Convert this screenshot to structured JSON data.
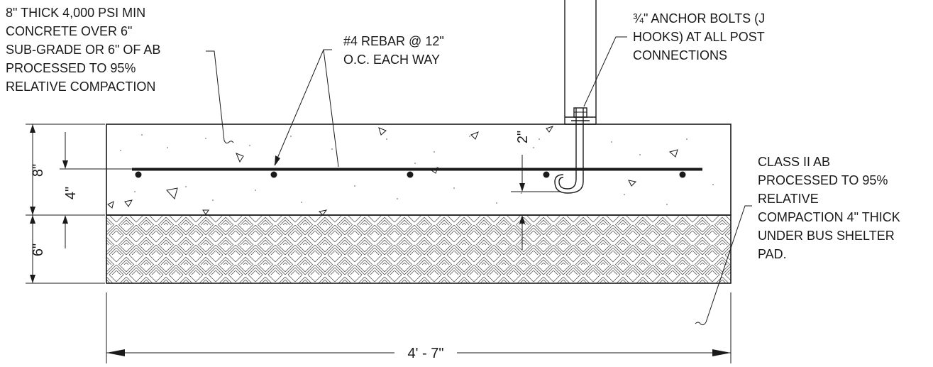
{
  "notes": {
    "concrete": [
      "8\" THICK 4,000 PSI MIN",
      "CONCRETE OVER 6\"",
      "SUB-GRADE OR 6\" OF AB",
      "PROCESSED TO 95%",
      "RELATIVE COMPACTION"
    ],
    "rebar": [
      "#4 REBAR @ 12\"",
      "O.C. EACH WAY"
    ],
    "anchor": [
      "¾\" ANCHOR BOLTS (J",
      "HOOKS) AT ALL POST",
      "CONNECTIONS"
    ],
    "base": [
      "CLASS II AB",
      "PROCESSED TO 95%",
      "RELATIVE",
      "COMPACTION 4\" THICK",
      "UNDER BUS SHELTER",
      "PAD."
    ]
  },
  "dimensions": {
    "slab_thickness": "8\"",
    "rebar_depth": "4\"",
    "base_thickness": "6\"",
    "bolt_clearance": "2\"",
    "overall_width": "4' - 7\""
  }
}
